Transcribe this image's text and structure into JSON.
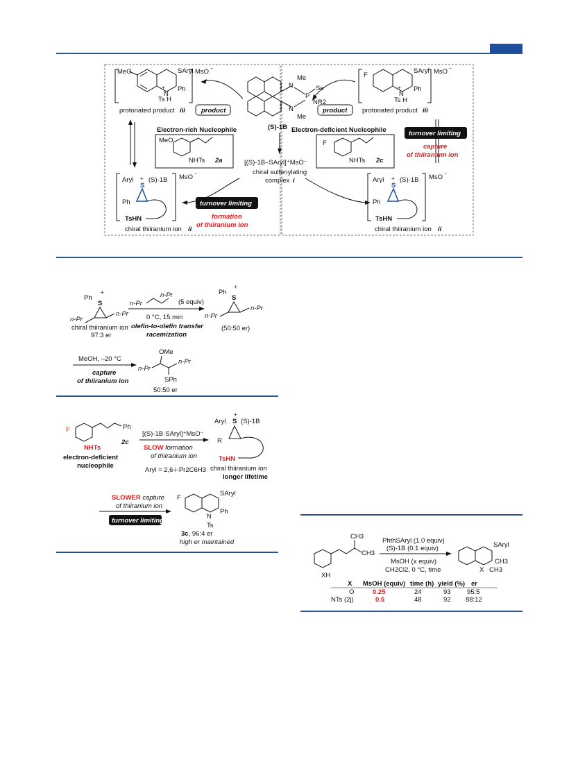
{
  "scheme1": {
    "left_top_anion": "MsO",
    "left_top_substituent": "MeO",
    "left_top_sgroup": "SAryl",
    "left_top_ts_h": "Ts   H",
    "left_top_ph": "Ph",
    "left_top_caption_prefix": "protonated product",
    "left_top_caption_roman": "iii",
    "product_label_left": "product",
    "rich_title": "Electron-rich Nucleophile",
    "rich_sub": "MeO",
    "rich_nhts": "NHTs",
    "rich_code": "2a",
    "left_ion_aryl": "Aryl",
    "left_ion_cat": "(S)-1B",
    "left_ion_anion": "MsO",
    "left_ion_ph": "Ph",
    "left_ion_tshn": "TsHN",
    "left_ion_caption_prefix": "chiral thiiranium ion",
    "left_ion_caption_roman": "ii",
    "turnover_left": "turnover limiting",
    "formation_line1": "formation",
    "formation_line2": "of thiiranium ion",
    "catalyst_me_top": "Me",
    "catalyst_se": "Se",
    "catalyst_p": "P",
    "catalyst_nr2": "NR2",
    "catalyst_me_bot": "Me",
    "catalyst_n": "N",
    "catalyst_name": "(S)-1B",
    "complex_formula": "[(S)-1B–SAryl]⁺MsO⁻",
    "complex_caption1": "chiral sulfenylating",
    "complex_caption2_prefix": "complex",
    "complex_caption2_roman": "i",
    "right_top_sub": "F",
    "right_top_sgroup": "SAryl",
    "right_top_anion": "MsO",
    "right_top_ts_h": "Ts   H",
    "right_top_ph": "Ph",
    "right_top_caption_prefix": "protonated product",
    "right_top_caption_roman": "iii",
    "product_label_right": "product",
    "deficient_title": "Electron-deficient Nucleophile",
    "deficient_sub": "F",
    "deficient_nhts": "NHTs",
    "deficient_code": "2c",
    "turnover_right": "turnover limiting",
    "capture_line1": "capture",
    "capture_line2": "of thiiranium ion",
    "right_ion_aryl": "Aryl",
    "right_ion_cat": "(S)-1B",
    "right_ion_anion": "MsO",
    "right_ion_ph": "Ph",
    "right_ion_tshn": "TsHN",
    "right_ion_caption_prefix": "chiral thiiranium ion",
    "right_ion_caption_roman": "ii"
  },
  "scheme2": {
    "s_ph": "Ph",
    "n_pr_left": "n-Pr",
    "n_pr_right": "n-Pr",
    "olefin_left": "n-Pr",
    "olefin_right": "n-Pr",
    "olefin_equiv": "(5 equiv)",
    "conditions": "0 °C, 15 min",
    "transfer1": "olefin-to-olefin transfer",
    "transfer2": "racemization",
    "start_caption": "chiral thiiranium ion",
    "start_er": "97:3 er",
    "product_npr_left": "n-Pr",
    "product_npr_right": "n-Pr",
    "product_er": "(50:50 er)",
    "meoh_conditions": "MeOH, –20 °C",
    "capture1": "capture",
    "capture2": "of thiiranium ion",
    "ome": "OMe",
    "npr_a": "n-Pr",
    "npr_b": "n-Pr",
    "sph": "SPh",
    "final_er": "50:50 er"
  },
  "scheme3": {
    "f": "F",
    "ph": "Ph",
    "nhts": "NHTs",
    "code": "2c",
    "nucleophile1": "electron-deficient",
    "nucleophile2": "nucleophile",
    "reagent": "[(S)-1B·SAryl]⁺MsO⁻",
    "slow": "SLOW",
    "slow_rest": " formation",
    "slow_line2": "of thiiranium ion",
    "aryl_def": "Aryl = 2,6-i-Pr2C6H3",
    "ion_aryl": "Aryl",
    "ion_cat": "(S)-1B",
    "ion_r": "R",
    "ion_tshn": "TsHN",
    "ion_caption": "chiral thiiranium ion",
    "ion_lifetime": "longer lifetime",
    "slower": "SLOWER",
    "slower_rest": " capture",
    "slower_line2": "of thiiranium ion",
    "turnover": "turnover limiting",
    "prod_f": "F",
    "prod_saryl": "SAryl",
    "prod_n": "N",
    "prod_ts": "Ts",
    "prod_ph": "Ph",
    "prod_code": "3c",
    "prod_er": ", 96:4 er",
    "prod_note": "high er maintained"
  },
  "scheme4": {
    "ch3_top": "CH3",
    "ch3_side": "CH3",
    "xh": "XH",
    "reagent1": "PhthSAryl (1.0 equiv)",
    "reagent2": "(S)-1B (0.1 equiv)",
    "cond1": "MsOH (x equiv)",
    "cond2": "CH2Cl2, 0 °C, time",
    "prod_saryl": "SAryl",
    "prod_x": "X",
    "prod_ch3_a": "CH3",
    "prod_ch3_b": "CH3",
    "table": {
      "headers": [
        "X",
        "MsOH (equiv)",
        "time (h)",
        "yield (%)",
        "er"
      ],
      "rows": [
        [
          "O",
          "0.25",
          "24",
          "93",
          "95:5"
        ],
        [
          "NTs (2j)",
          "0.5",
          "48",
          "92",
          "88:12"
        ]
      ]
    }
  },
  "colors": {
    "accent": "#1e4e9c",
    "red": "#e11d1d",
    "rule": "#2a4f8f"
  }
}
